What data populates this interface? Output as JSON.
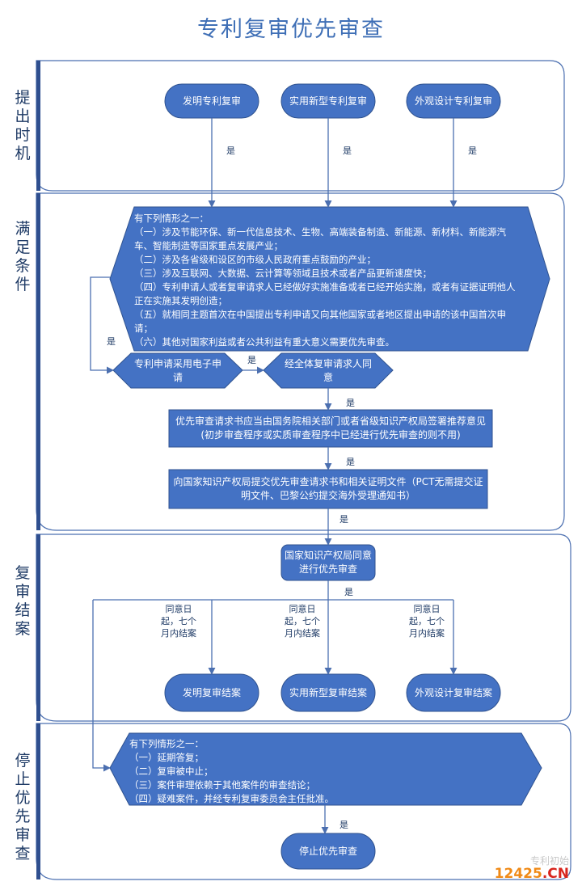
{
  "title": "专利复审优先审查",
  "lanes": {
    "timing": "提出时机",
    "conditions": "满足条件",
    "review_close": "复审结案",
    "stop": "停止优先审查"
  },
  "nodes": {
    "invention_review": "发明专利复审",
    "utility_review": "实用新型专利复审",
    "design_review": "外观设计专利复审",
    "electronic_filing": "专利申请采用电子申请",
    "all_agree": "经全体复审请求人同意",
    "recommendation": "优先审查请求书应当由国务院相关部门或者省级知识产权局签署推荐意见(初步审查程序或实质审查程序中已经进行优先审查的则不用)",
    "submit": "向国家知识产权局提交优先审查请求书和相关证明文件（PCT无需提交证明文件、巴黎公约提交海外受理通知书）",
    "cnipa_agree": "国家知识产权局同意进行优先审查",
    "invention_close": "发明复审结案",
    "utility_close": "实用新型复审结案",
    "design_close": "外观设计复审结案",
    "stop_priority": "停止优先审查"
  },
  "conditions_block": {
    "intro": "有下列情形之一：",
    "items": [
      "（一）涉及节能环保、新一代信息技术、生物、高端装备制造、新能源、新材料、新能源汽车、智能制造等国家重点发展产业；",
      "（二）涉及各省级和设区的市级人民政府重点鼓励的产业；",
      "（三）涉及互联网、大数据、云计算等领域且技术或者产品更新速度快；",
      "（四）专利申请人或者复审请求人已经做好实施准备或者已经开始实施，或者有证据证明他人正在实施其发明创造；",
      "（五）就相同主题首次在中国提出专利申请又向其他国家或者地区提出申请的该中国首次申请；",
      "（六）其他对国家利益或者公共利益有重大意义需要优先审查。"
    ]
  },
  "stop_block": {
    "intro": "有下列情形之一：",
    "items": [
      "（一）延期答复；",
      "（二）复审被中止；",
      "（三）案件审理依赖于其他案件的审查结论；",
      "（四）疑难案件，并经专利复审委员会主任批准。"
    ]
  },
  "edge_labels": {
    "yes": "是",
    "seven_months": "同意日起，七个月内结案"
  },
  "watermark": {
    "faded_text": "专利初始",
    "site_digits": "12425",
    "site_suffix": ".CN"
  },
  "colors": {
    "shape_fill": "#4472c4",
    "shape_stroke": "#2f528f",
    "lane_stroke": "#4b6fb0",
    "lane_tab": "#2f4f8f",
    "title": "#3f6fb6",
    "text": "#1f3b66",
    "watermark_orange": "#f08a17",
    "watermark_red": "#d8251d"
  }
}
